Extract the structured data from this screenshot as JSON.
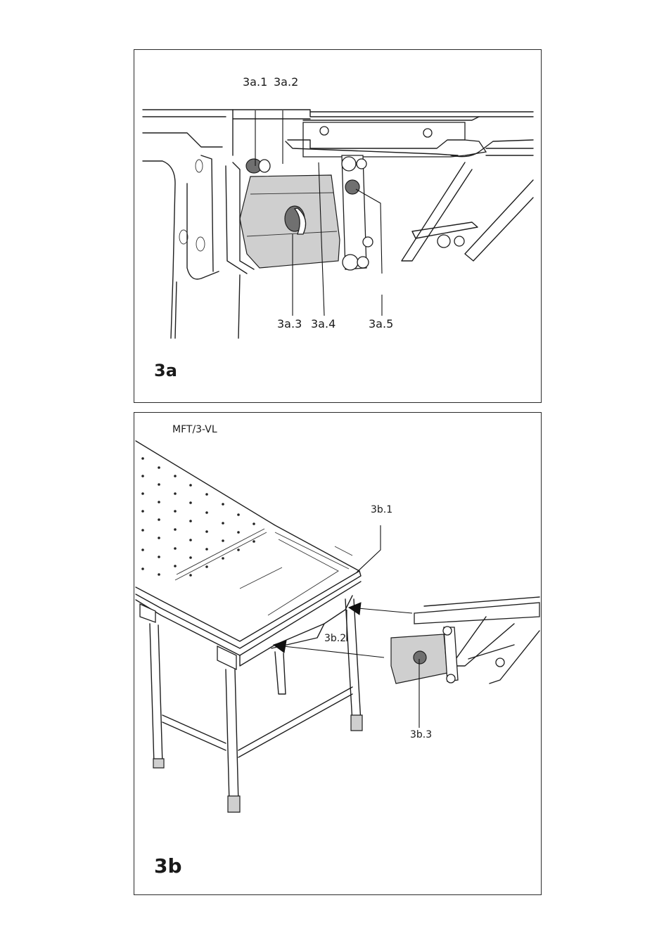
{
  "figure_a": {
    "label": "3a",
    "callouts": [
      "3a.1",
      "3a.2",
      "3a.3",
      "3a.4",
      "3a.5"
    ]
  },
  "figure_b": {
    "label": "3b",
    "model": "MFT/3-VL",
    "callouts": [
      "3b.1",
      "3b.2",
      "3b.3"
    ]
  }
}
